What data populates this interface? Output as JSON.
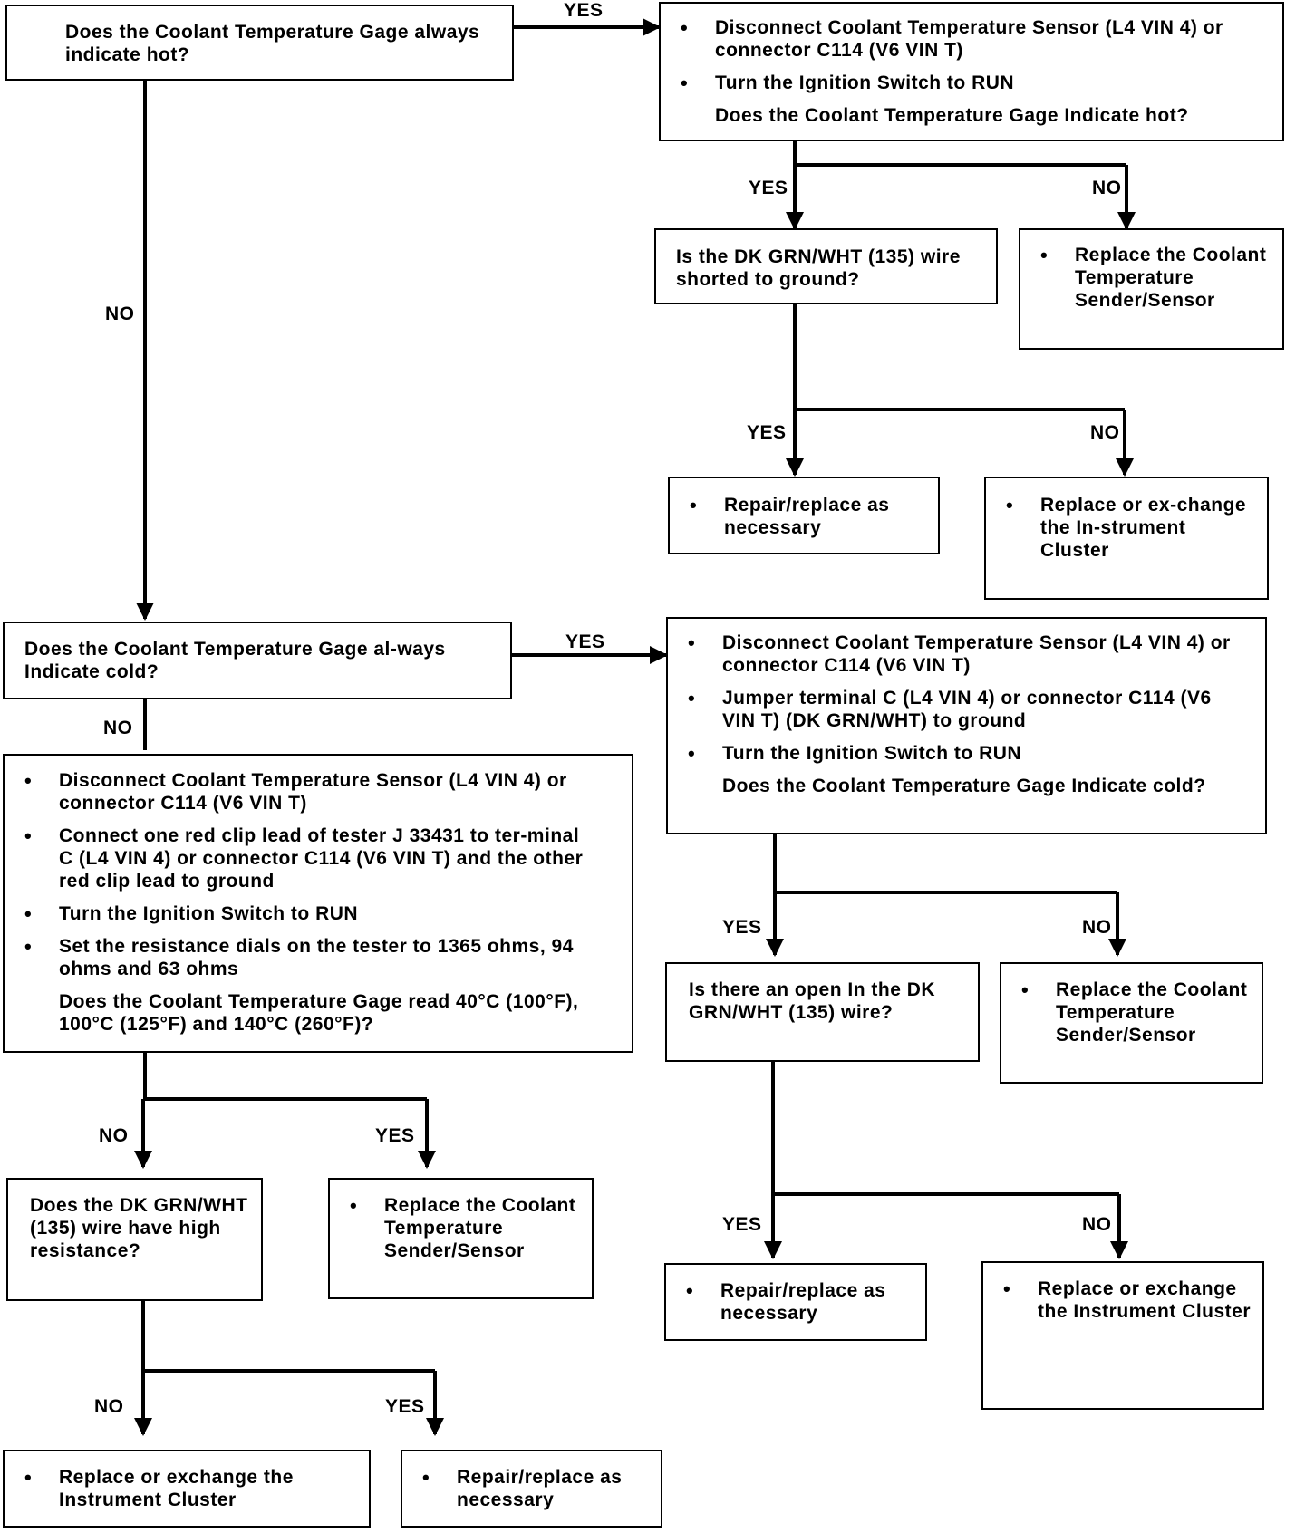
{
  "flowchart": {
    "q_hot": "Does the Coolant Temperature Gage always indicate hot?",
    "hot_steps": [
      "Disconnect Coolant Temperature Sensor (L4 VIN 4) or connector C114 (V6 VIN T)",
      "Turn the Ignition Switch to RUN"
    ],
    "hot_steps_question": "Does the Coolant Temperature Gage Indicate hot?",
    "q_hot_shorted": "Is the DK GRN/WHT (135) wire shorted to ground?",
    "hot_replace_sensor": "Replace the Coolant Temperature Sender/Sensor",
    "hot_repair": "Repair/replace as necessary",
    "hot_replace_cluster": "Replace or ex-change the In-strument Cluster",
    "q_cold": "Does the Coolant Temperature Gage al-ways Indicate cold?",
    "cold_steps": [
      "Disconnect Coolant Temperature Sensor (L4 VIN 4) or connector C114 (V6 VIN T)",
      "Jumper terminal C (L4 VIN 4) or connector C114 (V6 VIN T) (DK GRN/WHT) to ground",
      "Turn the Ignition Switch to RUN"
    ],
    "cold_steps_question": "Does the Coolant Temperature Gage Indicate cold?",
    "q_cold_open": "Is there an open In the DK GRN/WHT (135) wire?",
    "cold_replace_sensor": "Replace the Coolant Temperature Sender/Sensor",
    "cold_repair": "Repair/replace as necessary",
    "cold_replace_cluster": "Replace or exchange the Instrument Cluster",
    "tester_steps": [
      "Disconnect Coolant Temperature Sensor (L4 VIN 4) or connector C114 (V6 VIN T)",
      "Connect one red clip lead of tester J 33431 to ter-minal C (L4 VIN 4) or connector C114 (V6 VIN T) and the other red clip lead to ground",
      "Turn the Ignition Switch to RUN",
      "Set the resistance dials on the tester to 1365 ohms, 94 ohms and 63 ohms"
    ],
    "tester_question": "Does the Coolant Temperature Gage read 40°C (100°F), 100°C (125°F) and 140°C (260°F)?",
    "q_resistance": "Does the DK GRN/WHT (135) wire have high resistance?",
    "tester_replace_sensor": "Replace the Coolant Temperature Sender/Sensor",
    "bottom_replace_cluster": "Replace or exchange the Instrument Cluster",
    "bottom_repair": "Repair/replace as necessary",
    "yes_label": "YES",
    "no_label": "NO"
  }
}
